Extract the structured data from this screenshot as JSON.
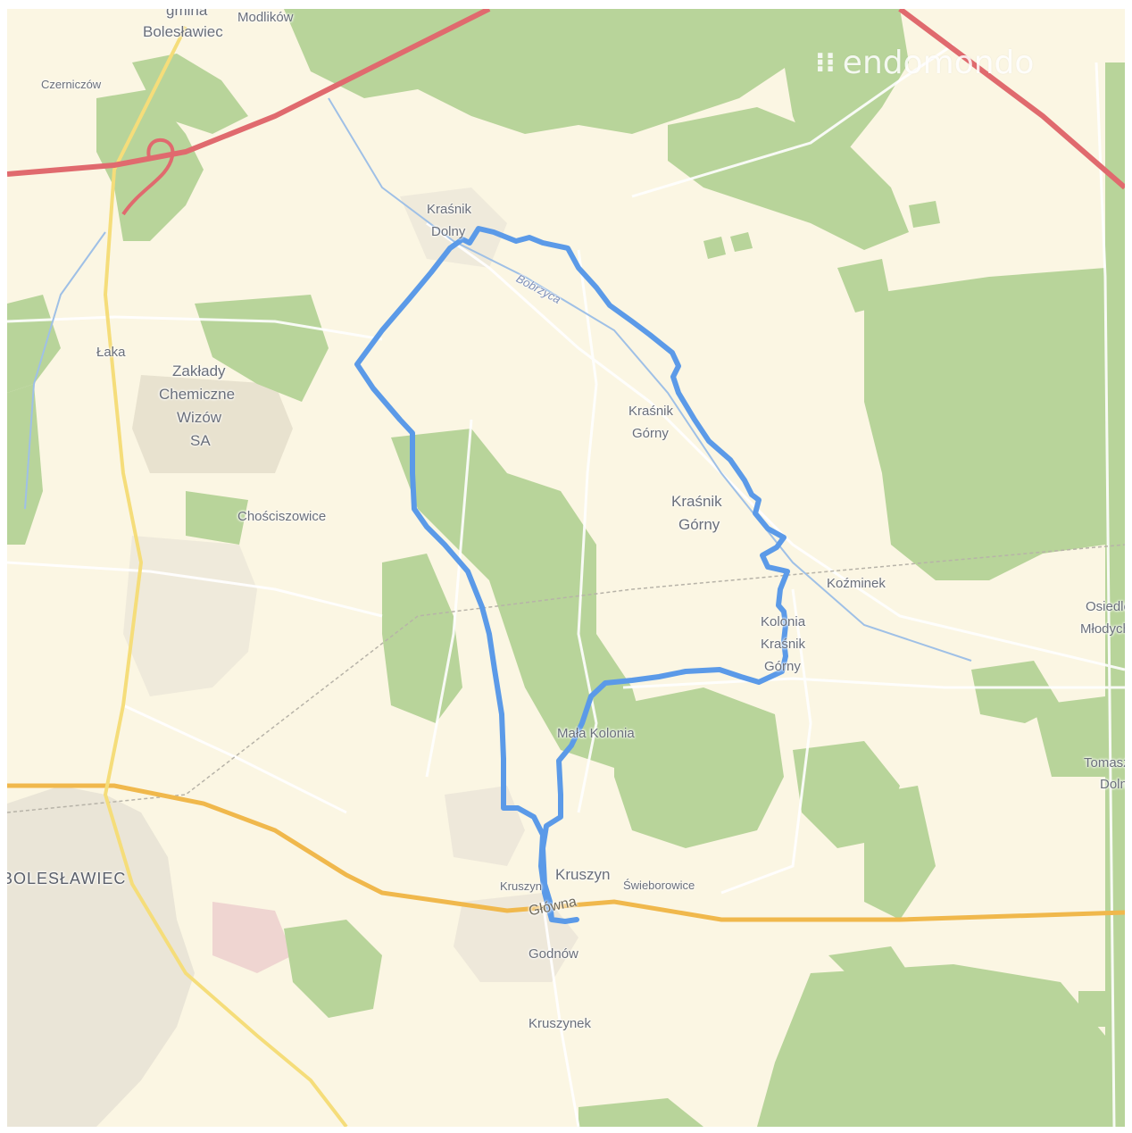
{
  "brand": {
    "mark": "⁝⁝",
    "name": "endomondo"
  },
  "colors": {
    "background": "#fbf6e3",
    "forest": "#b8d49a",
    "motorway": "#e06a6e",
    "main_road": "#f0b84c",
    "yellow_road": "#f5dd7a",
    "river": "#9fc0e6",
    "route": "#5b9ae8",
    "urban": "#e6e2d7"
  },
  "labels": {
    "gmina": "gmina",
    "boleslawiec_small": "Bolesławiec",
    "modlikow": "Modlików",
    "czerniczow": "Czerniczów",
    "krasnik_dolny_1": "Kraśnik",
    "krasnik_dolny_2": "Dolny",
    "bobrzyca": "Bobrzyca",
    "laka": "Łaka",
    "zaklady": "Zakłady",
    "chemiczne": "Chemiczne",
    "wizow": "Wizów",
    "sa": "SA",
    "krasnik_gorny_small_1": "Kraśnik",
    "krasnik_gorny_small_2": "Górny",
    "krasnik_gorny_1": "Kraśnik",
    "krasnik_gorny_2": "Górny",
    "chosciszowice": "Chościszowice",
    "kozminek": "Koźminek",
    "osiedle_1": "Osiedle",
    "osiedle_2": "Młodych",
    "kolonia_1": "Kolonia",
    "kolonia_2": "Kraśnik",
    "kolonia_3": "Górny",
    "mala_kolonia": "Mała Kolonia",
    "tomaszow_1": "Tomasz",
    "tomaszow_2": "Doln",
    "boleslawiec_big": "BOLESŁAWIEC",
    "kruszyn_big": "Kruszyn",
    "kruszyn_small": "Kruszyn",
    "swieborowice": "Świeborowice",
    "glowna": "Główna",
    "godnow": "Godnów",
    "kruszynek": "Kruszynek"
  }
}
